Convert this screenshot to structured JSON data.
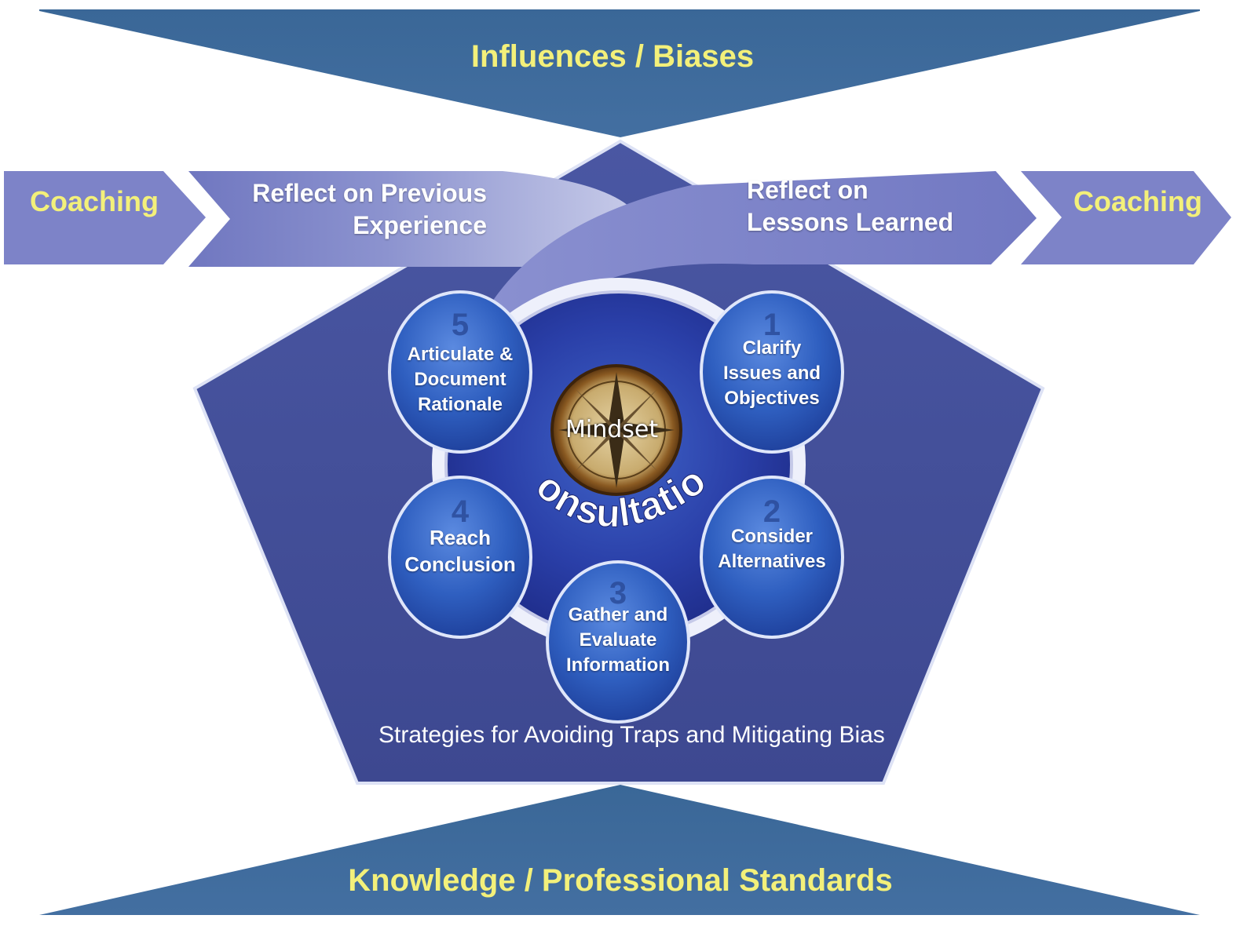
{
  "top_band": {
    "label": "Influences / Biases"
  },
  "bottom_band": {
    "label": "Knowledge / Professional Standards"
  },
  "left_arrow": {
    "label": "Coaching"
  },
  "right_arrow": {
    "label": "Coaching"
  },
  "reflect_previous": {
    "line1": "Reflect on Previous",
    "line2": "Experience"
  },
  "reflect_lessons": {
    "line1": "Reflect on",
    "line2": "Lessons Learned"
  },
  "center": {
    "mindset": "Mindset",
    "consultation": "Consultation",
    "icon": "compass-icon"
  },
  "steps": [
    {
      "number": "1",
      "lines": [
        "Clarify",
        "Issues and",
        "Objectives"
      ]
    },
    {
      "number": "2",
      "lines": [
        "Consider",
        "Alternatives"
      ]
    },
    {
      "number": "3",
      "lines": [
        "Gather and",
        "Evaluate",
        "Information"
      ]
    },
    {
      "number": "4",
      "lines": [
        "Reach",
        "Conclusion"
      ]
    },
    {
      "number": "5",
      "lines": [
        "Articulate &",
        "Document",
        "Rationale"
      ]
    }
  ],
  "strategies": "Strategies for Avoiding Traps and Mitigating Bias",
  "colors": {
    "band": "#3e6a9a",
    "pentagon": "#434f98",
    "arrow": "#7a80c4",
    "step_circle": "#2f5fc0",
    "label_yellow": "#f3f07a"
  }
}
